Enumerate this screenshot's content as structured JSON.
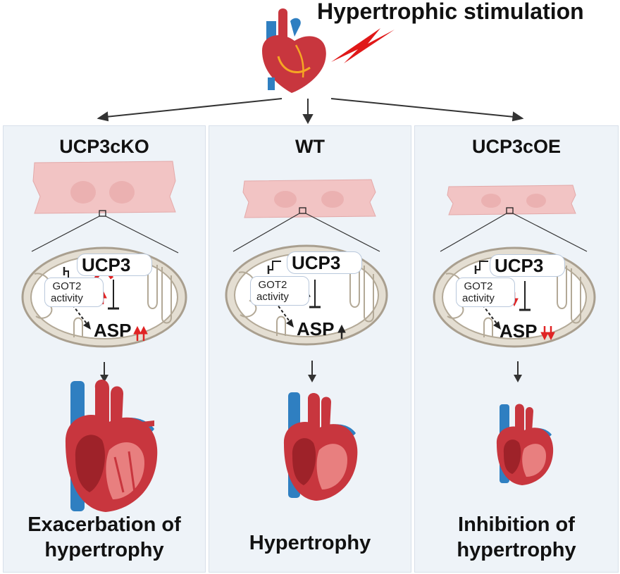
{
  "header": {
    "title": "Hypertrophic stimulation"
  },
  "panels": [
    {
      "title": "UCP3cKO",
      "ucp3": "UCP3",
      "got2_line1": "GOT2",
      "got2_line2": "activity",
      "asp": "ASP",
      "outcome_line1": "Exacerbation of",
      "outcome_line2": "hypertrophy",
      "ucp3_state": "knocked-out",
      "got2_change": "strong increase",
      "asp_change": "strong increase"
    },
    {
      "title": "WT",
      "ucp3": "UCP3",
      "got2_line1": "GOT2",
      "got2_line2": "activity",
      "asp": "ASP",
      "outcome_line1": "Hypertrophy",
      "outcome_line2": "",
      "ucp3_state": "decrease",
      "got2_change": "increase",
      "asp_change": "increase"
    },
    {
      "title": "UCP3cOE",
      "ucp3": "UCP3",
      "got2_line1": "GOT2",
      "got2_line2": "activity",
      "asp": "ASP",
      "outcome_line1": "Inhibition of",
      "outcome_line2": "hypertrophy",
      "ucp3_state": "strong increase",
      "got2_change": "strong decrease",
      "asp_change": "strong decrease"
    }
  ],
  "colors": {
    "panel_bg": "#eef3f8",
    "heart_red": "#c8363e",
    "vessel_blue": "#2f7fc1",
    "cell_pink": "#f2c4c4",
    "arrow_red": "#e02424",
    "bolt_red": "#e01818"
  }
}
